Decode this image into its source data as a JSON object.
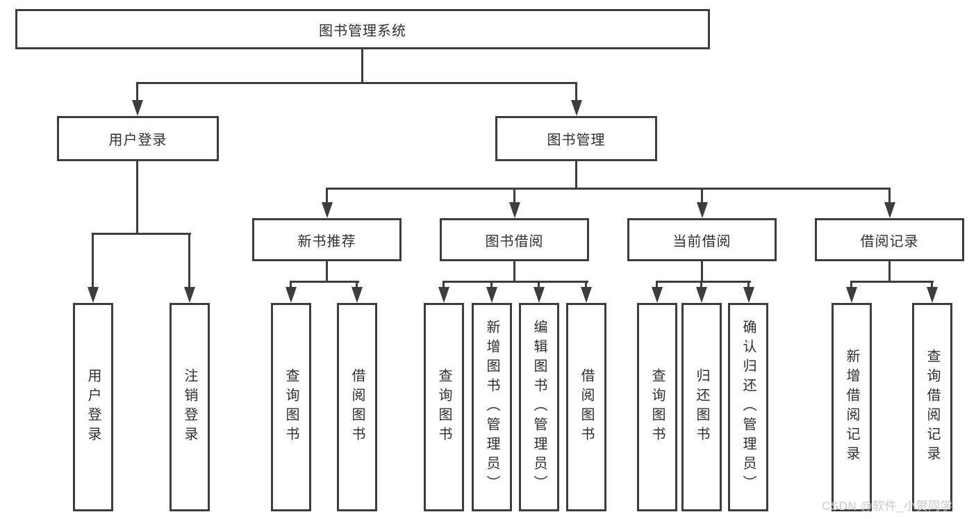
{
  "colors": {
    "line": "#3d3d3d",
    "text": "#2f2f2f",
    "background": "#ffffff",
    "watermark": "#c9c9c9"
  },
  "diagram": {
    "root": {
      "label": "图书管理系统"
    },
    "level2": {
      "user_login": {
        "label": "用户登录"
      },
      "book_management": {
        "label": "图书管理"
      }
    },
    "level3": {
      "new_book_recommend": {
        "label": "新书推荐"
      },
      "book_borrowing": {
        "label": "图书借阅"
      },
      "current_borrowing": {
        "label": "当前借阅"
      },
      "borrowing_records": {
        "label": "借阅记录"
      }
    },
    "leaves": {
      "user_login": [
        "用户登录",
        "注销登录"
      ],
      "new_book_recommend": [
        "查询图书",
        "借阅图书"
      ],
      "book_borrowing": [
        "查询图书",
        "新增图书（管理员）",
        "编辑图书（管理员）",
        "借阅图书"
      ],
      "current_borrowing": [
        "查询图书",
        "归还图书",
        "确认归还（管理员）"
      ],
      "borrowing_records": [
        "新增借阅记录",
        "查询借阅记录"
      ]
    }
  },
  "watermark": {
    "text": "CSDN @软件_小贺同学"
  }
}
